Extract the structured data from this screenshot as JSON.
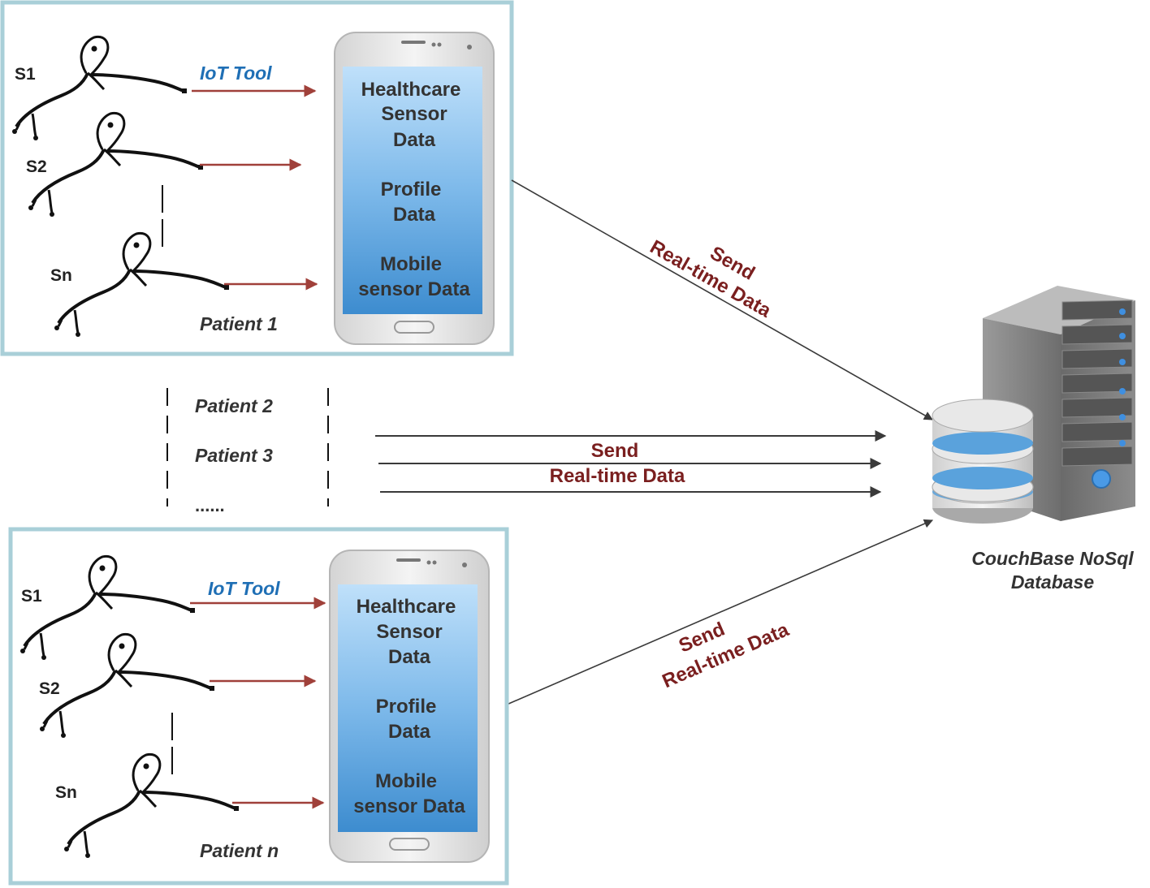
{
  "patient_first": {
    "iot_tool": "IoT Tool",
    "sensors": [
      "S1",
      "S2",
      "Sn"
    ],
    "patient": "Patient 1",
    "phone": {
      "line1": "Healthcare",
      "line2": "Sensor",
      "line3": "Data",
      "line4": "Profile",
      "line5": "Data",
      "line6": "Mobile",
      "line7": "sensor Data"
    }
  },
  "patient_last": {
    "iot_tool": "IoT Tool",
    "sensors": [
      "S1",
      "S2",
      "Sn"
    ],
    "patient": "Patient n",
    "phone": {
      "line1": "Healthcare",
      "line2": "Sensor",
      "line3": "Data",
      "line4": "Profile",
      "line5": "Data",
      "line6": "Mobile",
      "line7": "sensor Data"
    }
  },
  "middle": {
    "patient2": "Patient 2",
    "patient3": "Patient 3",
    "ellipsis": "......"
  },
  "send_top": {
    "line1": "Send",
    "line2": "Real-time Data"
  },
  "send_middle": {
    "line1": "Send",
    "line2": "Real-time Data"
  },
  "send_bottom": {
    "line1": "Send",
    "line2": "Real-time Data"
  },
  "database": {
    "line1": "CouchBase NoSql",
    "line2": "Database"
  },
  "colors": {
    "box_border": "#a9cfd8",
    "arrow_red": "#a0403a",
    "label_red": "#7a1f1f",
    "iot_blue": "#1f6fb5",
    "screen_top": "#b9dcf8",
    "screen_bottom": "#3f8fd0"
  }
}
